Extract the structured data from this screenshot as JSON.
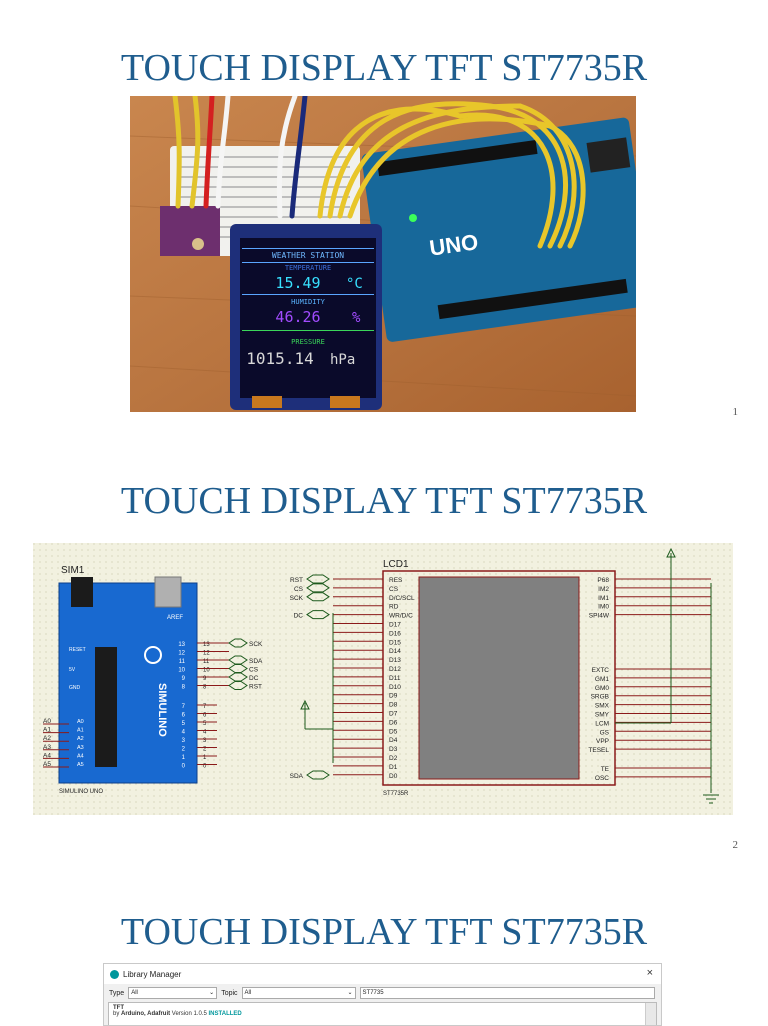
{
  "slides": [
    {
      "title": "TOUCH DISPLAY TFT ST7735R",
      "page": "1"
    },
    {
      "title": "TOUCH DISPLAY TFT ST7735R",
      "page": "2"
    },
    {
      "title": "TOUCH DISPLAY TFT ST7735R"
    }
  ],
  "photo": {
    "screen_header": "WEATHER STATION",
    "temp_label": "TEMPERATURE",
    "temp_value": "15.49",
    "temp_unit": "°C",
    "hum_label": "HUMIDITY",
    "hum_value": "46.26",
    "hum_unit": "%",
    "press_label": "PRESSURE",
    "press_value": "1015.14",
    "press_unit": "hPa",
    "board_label": "UNO"
  },
  "schematic": {
    "sim_ref": "SIM1",
    "sim_footer": "SIMULINO UNO",
    "board_brand": "SIMULINO",
    "aref": "AREF",
    "reset": "RESET",
    "lcd_ref": "LCD1",
    "lcd_part": "ST7735R",
    "left_nets": [
      "RST",
      "CS",
      "SCK",
      "DC",
      "SDA"
    ],
    "left_pins": [
      "RES",
      "CS",
      "D/C/SCL",
      "RD",
      "WR/D/C",
      "D17",
      "D16",
      "D15",
      "D14",
      "D13",
      "D12",
      "D11",
      "D10",
      "D9",
      "D8",
      "D7",
      "D6",
      "D5",
      "D4",
      "D3",
      "D2",
      "D1",
      "D0"
    ],
    "right_pins_top": [
      "P68",
      "IM2",
      "IM1",
      "IM0",
      "SPI4W"
    ],
    "right_pins_bottom": [
      "EXTC",
      "GM1",
      "GM0",
      "SRGB",
      "SMX",
      "SMY",
      "LCM",
      "GS",
      "VPP",
      "TESEL",
      "TE",
      "OSC"
    ],
    "arduino_nets": [
      "SCK",
      "SDA",
      "CS",
      "DC",
      "RST"
    ],
    "arduino_pins_top": [
      "13",
      "12",
      "11",
      "10",
      "9",
      "8"
    ],
    "arduino_pins_bottom": [
      "7",
      "6",
      "5",
      "4",
      "3",
      "2",
      "1",
      "0"
    ],
    "analog_pins": [
      "A0",
      "A1",
      "A2",
      "A3",
      "A4",
      "A5"
    ],
    "power_pins": [
      "5V",
      "GND"
    ]
  },
  "library": {
    "window_title": "Library Manager",
    "close_glyph": "×",
    "type_label": "Type",
    "type_value": "All",
    "topic_label": "Topic",
    "topic_value": "All",
    "search_value": "ST7735",
    "item_name": "TFT",
    "item_byline_prefix": "by",
    "item_authors": "Arduino, Adafruit",
    "item_version_label": "Version",
    "item_version": "1.0.5",
    "item_status": "INSTALLED"
  },
  "colors": {
    "title": "#1f5d8e",
    "schem_bg": "#f2f1e0",
    "arduino_blue": "#1869d0",
    "wire": "#1d5a1d",
    "lcd_border": "#8b1a1a",
    "lcd_screen": "#808080"
  }
}
